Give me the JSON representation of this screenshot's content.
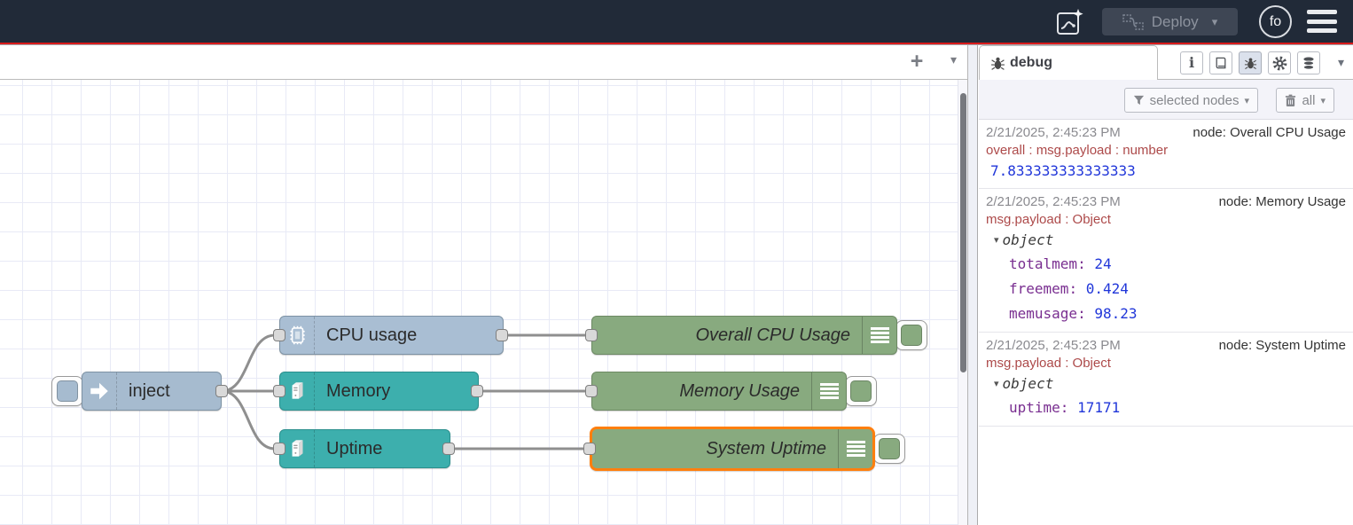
{
  "header": {
    "deploy": {
      "label": "Deploy"
    },
    "avatar": {
      "initials": "fo"
    }
  },
  "workspace": {
    "nodes": [
      {
        "id": "inject",
        "label": "inject",
        "color": "#a6bbcf",
        "border": "#7d92a4"
      },
      {
        "id": "cpu-usage",
        "label": "CPU usage",
        "color": "#a9bed3",
        "border": "#7d92a4"
      },
      {
        "id": "memory",
        "label": "Memory",
        "color": "#3dafad",
        "border": "#2b8f8d"
      },
      {
        "id": "uptime",
        "label": "Uptime",
        "color": "#3dafad",
        "border": "#2b8f8d"
      },
      {
        "id": "debug-overall-cpu",
        "label": "Overall CPU Usage",
        "color": "#88aa7f",
        "border": "#6d8a64"
      },
      {
        "id": "debug-memory-usage",
        "label": "Memory Usage",
        "color": "#88aa7f",
        "border": "#6d8a64"
      },
      {
        "id": "debug-system-uptime",
        "label": "System Uptime",
        "color": "#88aa7f",
        "border": "#6d8a64",
        "selected": true
      }
    ]
  },
  "sidebar": {
    "tab_label": "debug",
    "filter_button": "selected nodes",
    "clear_button": "all",
    "messages": [
      {
        "timestamp": "2/21/2025, 2:45:23 PM",
        "source": "node: Overall CPU Usage",
        "path": "overall : msg.payload : number",
        "value": "7.833333333333333"
      },
      {
        "timestamp": "2/21/2025, 2:45:23 PM",
        "source": "node: Memory Usage",
        "path": "msg.payload : Object",
        "object_label": "object",
        "entries": [
          {
            "key": "totalmem",
            "value": "24"
          },
          {
            "key": "freemem",
            "value": "0.424"
          },
          {
            "key": "memusage",
            "value": "98.23"
          }
        ]
      },
      {
        "timestamp": "2/21/2025, 2:45:23 PM",
        "source": "node: System Uptime",
        "path": "msg.payload : Object",
        "object_label": "object",
        "entries": [
          {
            "key": "uptime",
            "value": "17171"
          }
        ]
      }
    ]
  },
  "icons": {
    "add": "+",
    "caret": "▾"
  },
  "colors": {
    "header_bg": "#212a38",
    "header_accent_line": "#da1b1b",
    "selection_highlight": "#ff7f0e",
    "wire": "#8f8f8f",
    "grid_line": "#e8eaf6",
    "debug_number_value": "#2036d9",
    "debug_object_key": "#792e90",
    "debug_property_path": "#ad4a4a"
  }
}
